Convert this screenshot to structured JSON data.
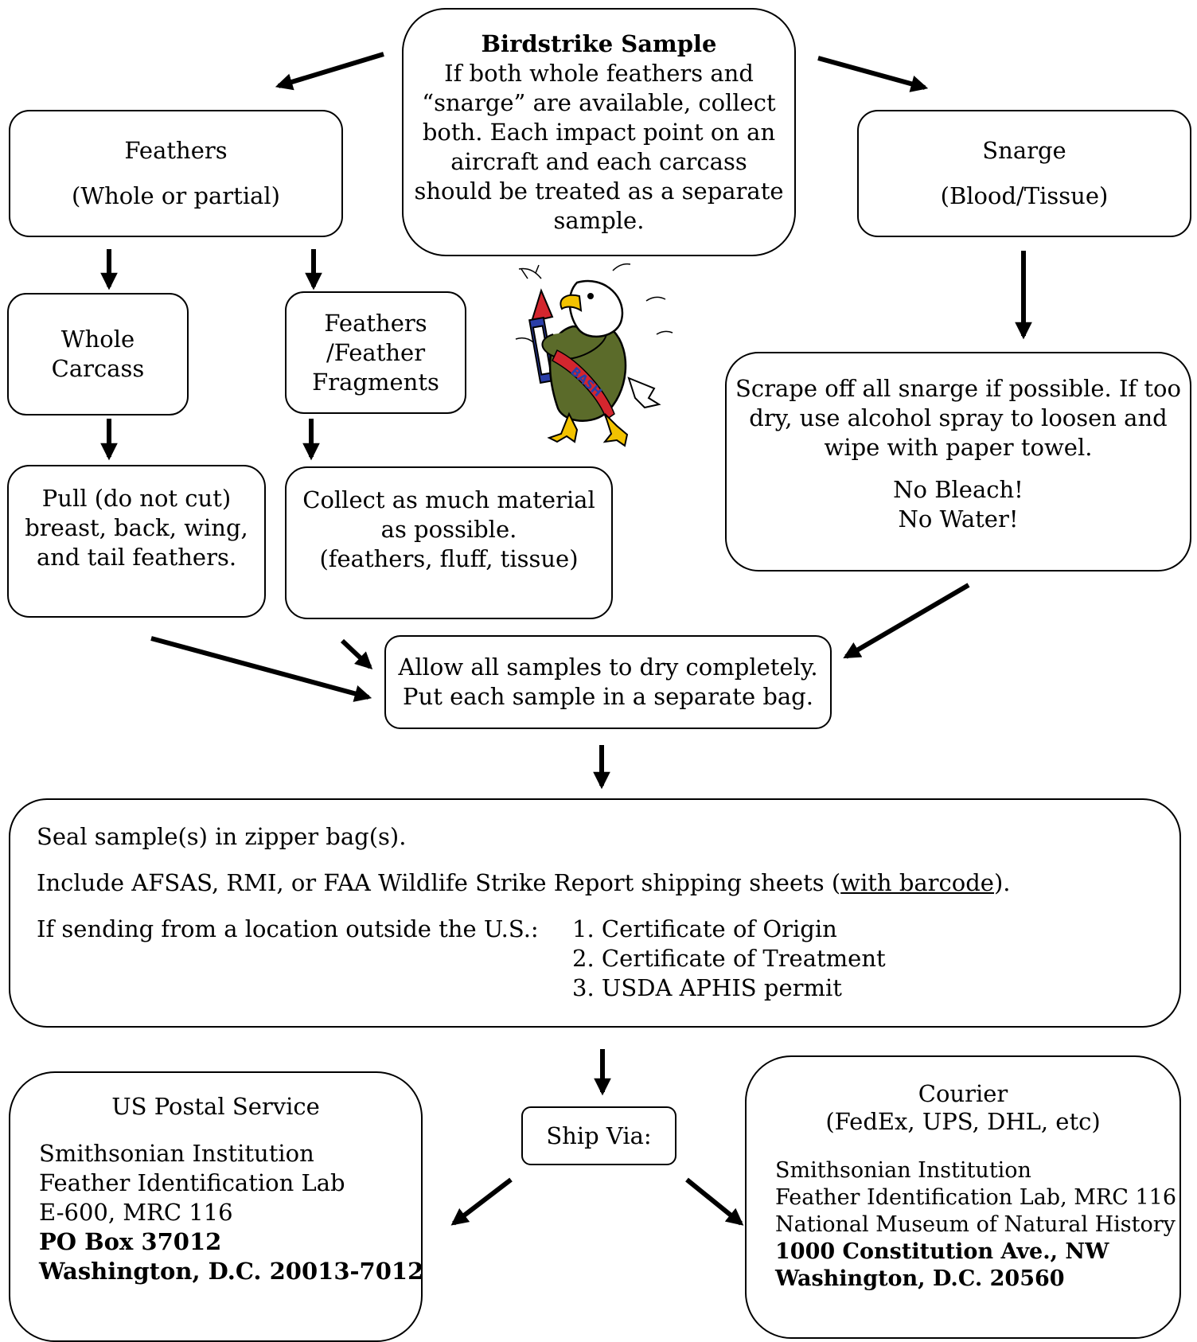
{
  "top": {
    "title": "Birdstrike Sample",
    "lines": [
      "If both whole feathers and",
      "“snarge” are available, collect",
      "both. Each impact point on an",
      "aircraft and each carcass",
      "should be treated as a separate",
      "sample."
    ]
  },
  "feathers": {
    "title": "Feathers",
    "subtitle": "(Whole or partial)"
  },
  "snarge": {
    "title": "Snarge",
    "subtitle": "(Blood/Tissue)"
  },
  "carcass": {
    "lines": [
      "Whole",
      "Carcass"
    ]
  },
  "fragments": {
    "lines": [
      "Feathers",
      "/Feather",
      "Fragments"
    ]
  },
  "pull": {
    "lines": [
      "Pull (do not cut)",
      "breast, back, wing,",
      "and tail feathers."
    ]
  },
  "collect": {
    "lines": [
      "Collect as much material",
      "as possible.",
      "(feathers, fluff, tissue)"
    ]
  },
  "scrape": {
    "lines": [
      "Scrape off all snarge if possible. If too",
      "dry, use alcohol spray to loosen and",
      "wipe with paper towel."
    ],
    "warnings": [
      "No Bleach!",
      "No Water!"
    ]
  },
  "dry": {
    "lines": [
      "Allow all samples to dry completely.",
      "Put each sample in a separate bag."
    ]
  },
  "seal": {
    "line1": "Seal sample(s) in zipper bag(s).",
    "line2_prefix": "Include AFSAS, RMI, or FAA Wildlife Strike Report shipping sheets (",
    "line2_link": "with barcode",
    "line2_suffix": ").",
    "outside_label": "If sending from a location outside the U.S.:",
    "requirements": [
      "1. Certificate of Origin",
      "2. Certificate of Treatment",
      "3. USDA APHIS permit"
    ]
  },
  "ship": {
    "label": "Ship Via:"
  },
  "usps": {
    "title": "US Postal Service",
    "lines": [
      "Smithsonian Institution",
      "Feather Identification Lab",
      "E-600, MRC 116"
    ],
    "bold_lines": [
      "PO Box 37012",
      "Washington, D.C. 20013-7012"
    ]
  },
  "courier": {
    "title": "Courier",
    "subtitle": "(FedEx, UPS, DHL, etc)",
    "lines": [
      "Smithsonian Institution",
      "Feather Identification Lab, MRC 116",
      "National Museum of Natural History"
    ],
    "bold_lines": [
      "1000 Constitution Ave., NW",
      "Washington, D.C. 20560"
    ]
  },
  "mascot": {
    "sash_text": "BASH"
  },
  "colors": {
    "stroke": "#000000",
    "eagle_body": "#5b6b2a",
    "eagle_head": "#ffffff",
    "beak": "#f2c200",
    "rocket": "#d3262e",
    "rocket_stripe": "#2a3ea8"
  }
}
